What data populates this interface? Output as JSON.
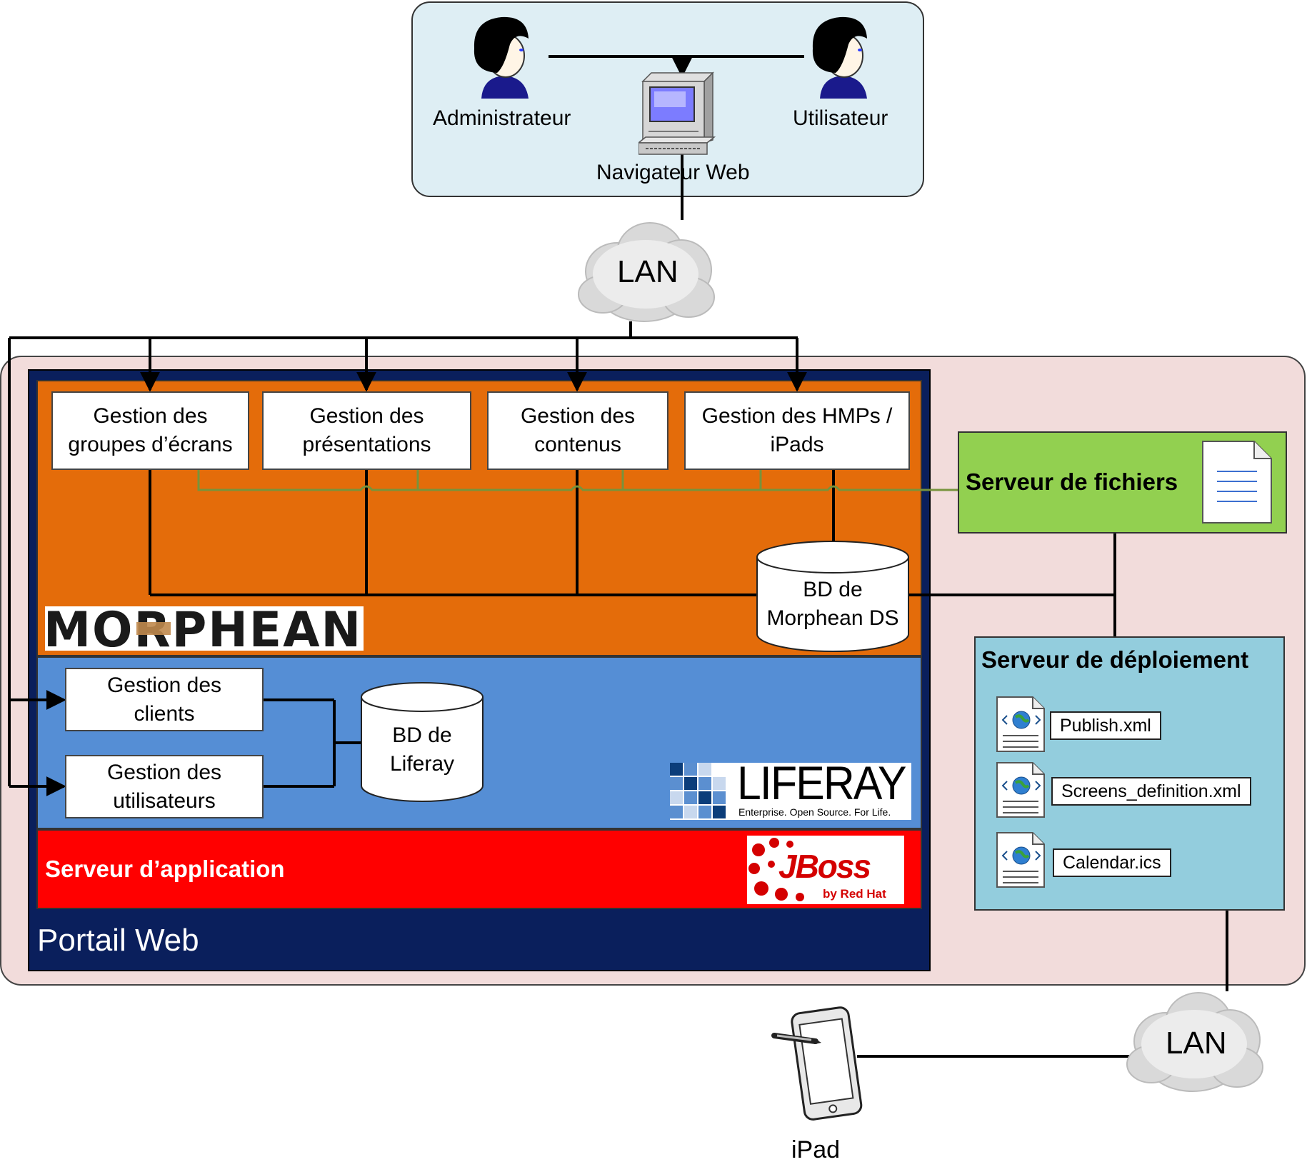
{
  "clients": {
    "admin_label": "Administrateur",
    "user_label": "Utilisateur",
    "browser_label": "Navigateur Web"
  },
  "network": {
    "lan_top": "LAN",
    "lan_bottom": "LAN"
  },
  "modules": [
    {
      "label": "Gestion des\ngroupes d’écrans"
    },
    {
      "label": "Gestion des\nprésentations"
    },
    {
      "label": "Gestion des\ncontenus"
    },
    {
      "label": "Gestion des HMPs /\niPads"
    }
  ],
  "morphean": {
    "db_label": "BD de\nMorphean DS",
    "logo_text": "MORPHEAN"
  },
  "liferay": {
    "modules": [
      {
        "label": "Gestion des\nclients"
      },
      {
        "label": "Gestion des\nutilisateurs"
      }
    ],
    "db_label": "BD de\nLiferay",
    "logo_text": "LIFERAY",
    "logo_tagline": "Enterprise. Open Source. For Life."
  },
  "app_server": {
    "label": "Serveur d’application",
    "logo_text": "JBoss",
    "logo_byline": "by Red Hat"
  },
  "portal": {
    "label": "Portail Web"
  },
  "file_server": {
    "label": "Serveur de fichiers"
  },
  "deploy_server": {
    "label": "Serveur de déploiement",
    "files": [
      {
        "name": "Publish.xml"
      },
      {
        "name": "Screens_definition.xml"
      },
      {
        "name": "Calendar.ics"
      }
    ]
  },
  "device": {
    "label": "iPad"
  },
  "colors": {
    "client_panel": "#deeef4",
    "portal_bg": "#f2dcdb",
    "portal_frame": "#0a1f5c",
    "morphean_layer": "#e46c0a",
    "liferay_layer": "#558ed5",
    "app_server_layer": "#ff0000",
    "file_server": "#92d050",
    "deploy_server": "#93cddd",
    "green_bus": "#77933c"
  }
}
